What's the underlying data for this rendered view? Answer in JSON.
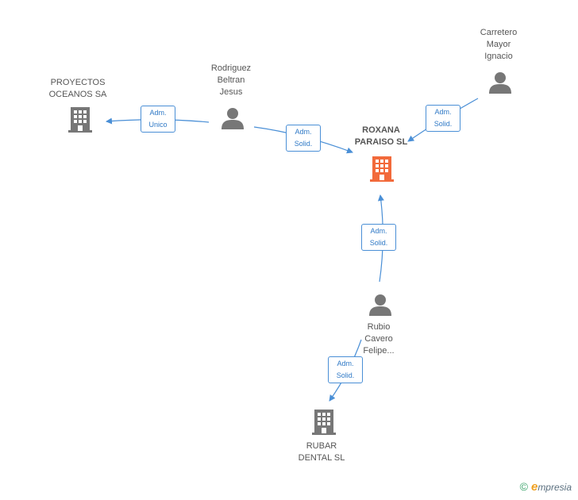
{
  "colors": {
    "edge": "#4a8fd6",
    "person": "#777777",
    "company": "#777777",
    "focus": "#f26a3b"
  },
  "nodes": [
    {
      "id": "roxana",
      "kind": "company-focus",
      "lines": [
        "ROXANA",
        "PARAISO SL"
      ]
    },
    {
      "id": "proyectos",
      "kind": "company",
      "lines": [
        "PROYECTOS",
        "OCEANOS SA"
      ]
    },
    {
      "id": "rubar",
      "kind": "company",
      "lines": [
        "RUBAR",
        "DENTAL  SL"
      ]
    },
    {
      "id": "rodriguez",
      "kind": "person",
      "lines": [
        "Rodriguez",
        "Beltran",
        "Jesus"
      ]
    },
    {
      "id": "carretero",
      "kind": "person",
      "lines": [
        "Carretero",
        "Mayor",
        "Ignacio"
      ]
    },
    {
      "id": "rubio",
      "kind": "person",
      "lines": [
        "Rubio",
        "Cavero",
        "Felipe..."
      ]
    }
  ],
  "edges": [
    {
      "id": "e1",
      "from": "rodriguez",
      "to": "proyectos",
      "lines": [
        "Adm.",
        "Unico"
      ]
    },
    {
      "id": "e2",
      "from": "rodriguez",
      "to": "roxana",
      "lines": [
        "Adm.",
        "Solid."
      ]
    },
    {
      "id": "e3",
      "from": "carretero",
      "to": "roxana",
      "lines": [
        "Adm.",
        "Solid."
      ]
    },
    {
      "id": "e4",
      "from": "rubio",
      "to": "roxana",
      "lines": [
        "Adm.",
        "Solid."
      ]
    },
    {
      "id": "e5",
      "from": "rubio",
      "to": "rubar",
      "lines": [
        "Adm.",
        "Solid."
      ]
    }
  ],
  "footer": {
    "copyright": "©",
    "brand_initial": "e",
    "brand_rest": "mpresia"
  }
}
